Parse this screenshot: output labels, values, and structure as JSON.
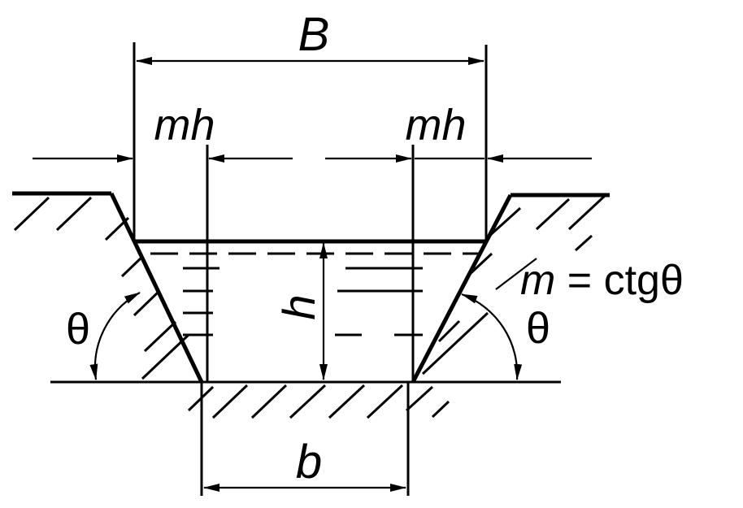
{
  "labels": {
    "top_width": "B",
    "left_offset": "mh",
    "right_offset": "mh",
    "depth": "h",
    "bottom_width": "b",
    "left_angle": "θ",
    "right_angle": "θ",
    "slope_formula_var": "m",
    "slope_formula_rest": " = ctgθ"
  },
  "colors": {
    "ink": "#000000",
    "background": "#ffffff"
  }
}
